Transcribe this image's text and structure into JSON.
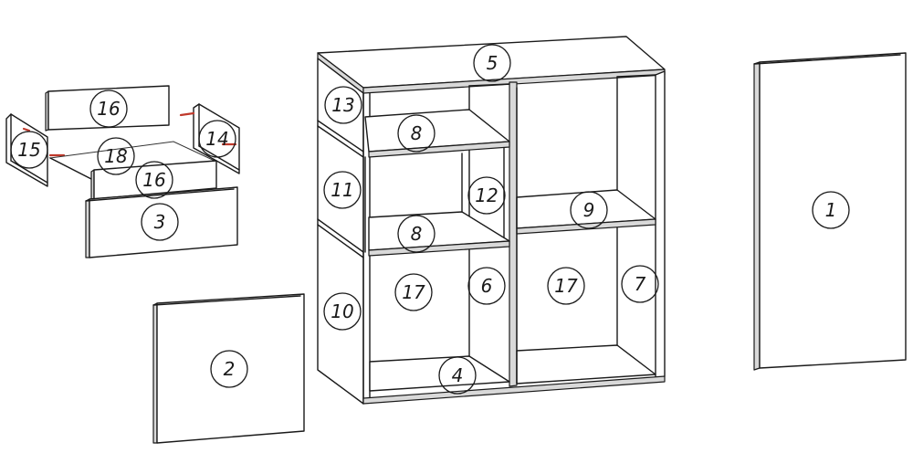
{
  "callouts": [
    {
      "id": "c1",
      "label": "1"
    },
    {
      "id": "c2",
      "label": "2"
    },
    {
      "id": "c3",
      "label": "3"
    },
    {
      "id": "c4",
      "label": "4"
    },
    {
      "id": "c5",
      "label": "5"
    },
    {
      "id": "c6",
      "label": "6"
    },
    {
      "id": "c7",
      "label": "7"
    },
    {
      "id": "c8a",
      "label": "8"
    },
    {
      "id": "c8b",
      "label": "8"
    },
    {
      "id": "c9",
      "label": "9"
    },
    {
      "id": "c10",
      "label": "10"
    },
    {
      "id": "c11",
      "label": "11"
    },
    {
      "id": "c12",
      "label": "12"
    },
    {
      "id": "c13",
      "label": "13"
    },
    {
      "id": "c14",
      "label": "14"
    },
    {
      "id": "c15",
      "label": "15"
    },
    {
      "id": "c16a",
      "label": "16"
    },
    {
      "id": "c16b",
      "label": "16"
    },
    {
      "id": "c17a",
      "label": "17"
    },
    {
      "id": "c17b",
      "label": "17"
    },
    {
      "id": "c18",
      "label": "18"
    }
  ],
  "colors": {
    "line": "#1a1a1a",
    "edge_fill": "#d9d9d9",
    "pin": "#c0392b"
  }
}
